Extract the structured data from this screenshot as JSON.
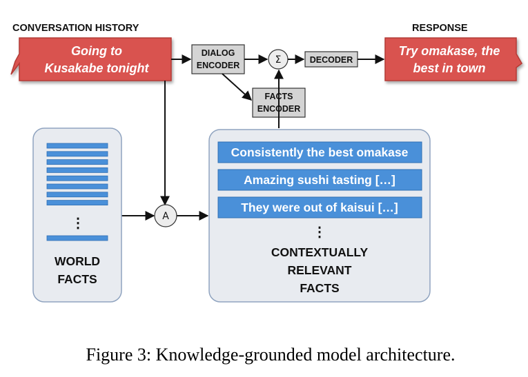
{
  "headers": {
    "conversation_history": "CONVERSATION HISTORY",
    "response": "RESPONSE"
  },
  "conversation": {
    "line1": "Going to",
    "line2": "Kusakabe tonight"
  },
  "response": {
    "line1": "Try omakase, the",
    "line2": "best in town"
  },
  "dialog_encoder": {
    "line1": "DIALOG",
    "line2": "ENCODER"
  },
  "facts_encoder": {
    "line1": "FACTS",
    "line2": "ENCODER"
  },
  "decoder": "DECODER",
  "sum_symbol": "Σ",
  "attention_symbol": "A",
  "world_facts": {
    "line1": "WORLD",
    "line2": "FACTS",
    "ellipsis": "⋮"
  },
  "relevant_facts": {
    "items": [
      "Consistently the best omakase",
      "Amazing sushi tasting […]",
      "They were out of kaisui […]"
    ],
    "ellipsis": "⋮",
    "label_line1": "CONTEXTUALLY",
    "label_line2": "RELEVANT",
    "label_line3": "FACTS"
  },
  "caption": "Figure 3: Knowledge-grounded model architecture.",
  "colors": {
    "banner_red": "#d9534f",
    "fact_blue": "#4a90d9",
    "panel_fill": "#e8ebf0",
    "panel_stroke": "#8fa3bf",
    "encoder_fill": "#d4d4d4"
  }
}
